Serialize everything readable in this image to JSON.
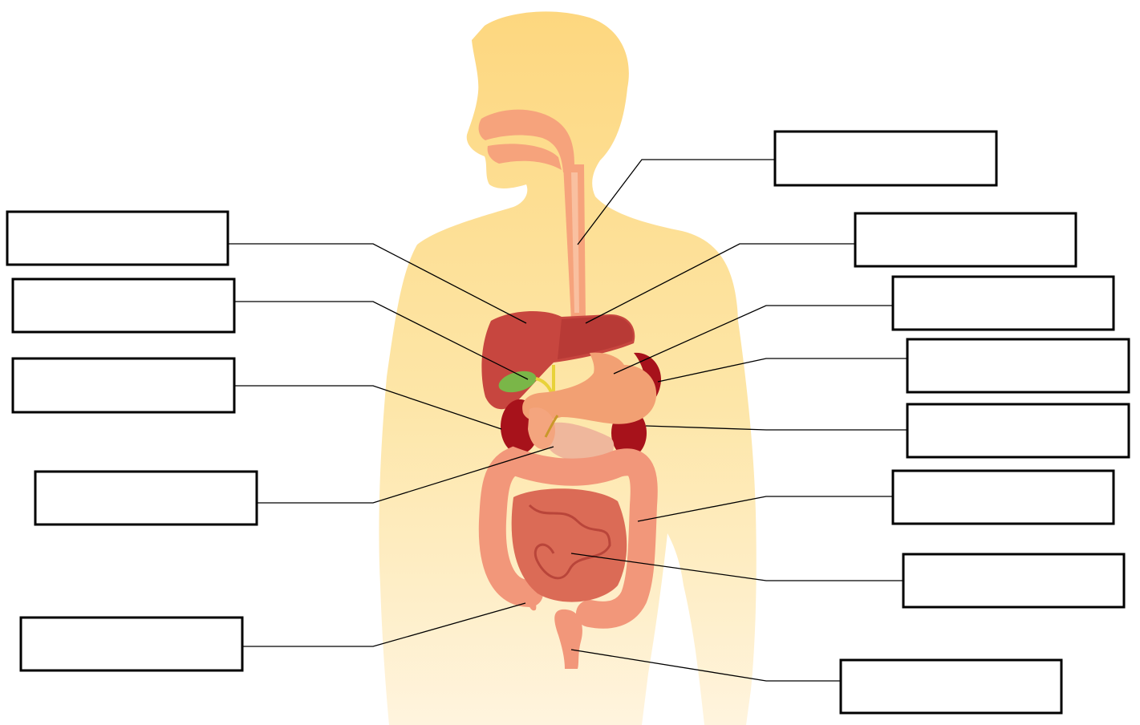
{
  "colors": {
    "body_top": "#fdd77f",
    "body_bottom": "#fff3dc",
    "airway": "#f6a37c",
    "liver": "#c7463f",
    "gallbladder": "#7ab648",
    "stomach": "#f2a073",
    "spleen": "#a7121b",
    "kidney": "#a7121b",
    "pancreas": "#efb79c",
    "large_intestine": "#f2977a",
    "small_intestine": "#db6b56",
    "label_border": "#000000"
  },
  "labels": [
    {
      "id": "label-esophagus",
      "text": ""
    },
    {
      "id": "label-liver",
      "text": ""
    },
    {
      "id": "label-stomach-upper",
      "text": ""
    },
    {
      "id": "label-gallbladder",
      "text": ""
    },
    {
      "id": "label-stomach",
      "text": ""
    },
    {
      "id": "label-spleen",
      "text": ""
    },
    {
      "id": "label-duodenum",
      "text": ""
    },
    {
      "id": "label-kidney",
      "text": ""
    },
    {
      "id": "label-pancreas",
      "text": ""
    },
    {
      "id": "label-large-intestine",
      "text": ""
    },
    {
      "id": "label-small-intestine",
      "text": ""
    },
    {
      "id": "label-appendix",
      "text": ""
    },
    {
      "id": "label-rectum",
      "text": ""
    }
  ]
}
